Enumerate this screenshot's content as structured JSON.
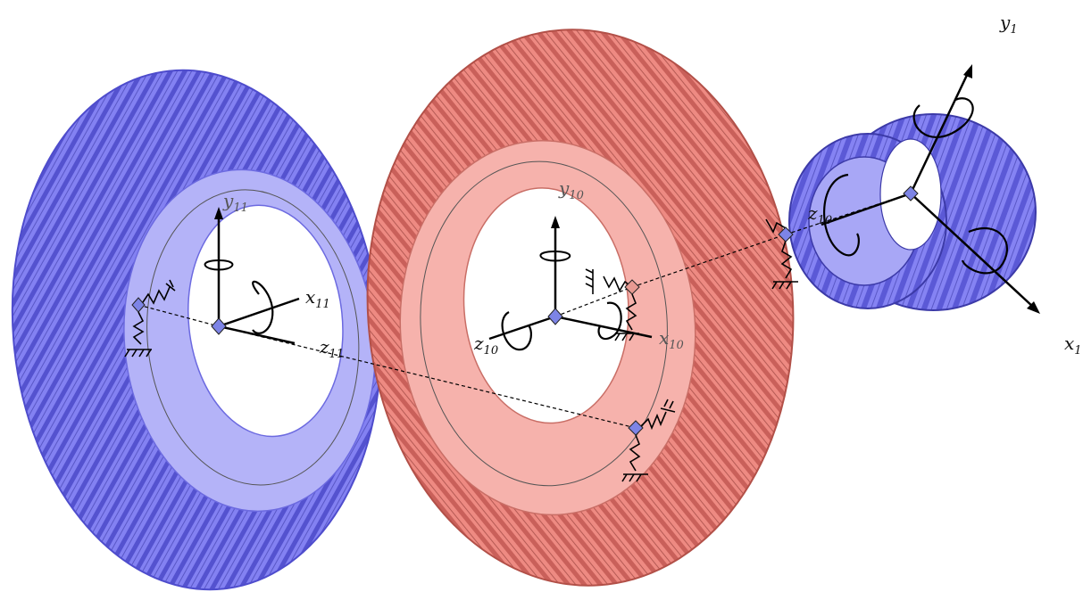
{
  "colors": {
    "gear_blue": "#7f7df0",
    "gear_blue_dark": "#4e4ccc",
    "gear_blue_face": "#b3b2f8",
    "gear_red": "#ef8b83",
    "gear_red_dark": "#c55a52",
    "gear_red_face": "#f7b3ad",
    "node": "#7d84e6",
    "line": "#000000"
  },
  "icons": {
    "spring": "spring-damper-icon",
    "ground": "ground-hatch-icon",
    "rotation": "rotation-arrow-icon",
    "node": "diamond-node-icon"
  },
  "labels": {
    "y1": {
      "base": "y",
      "sub": "1"
    },
    "x1": {
      "base": "x",
      "sub": "1"
    },
    "z10_pinion": {
      "base": "z",
      "sub": "10"
    },
    "y11": {
      "base": "y",
      "sub": "11"
    },
    "x11": {
      "base": "x",
      "sub": "11"
    },
    "z11": {
      "base": "z",
      "sub": "11"
    },
    "y10": {
      "base": "y",
      "sub": "10"
    },
    "z10": {
      "base": "z",
      "sub": "10"
    },
    "x10": {
      "base": "x",
      "sub": "10"
    }
  }
}
